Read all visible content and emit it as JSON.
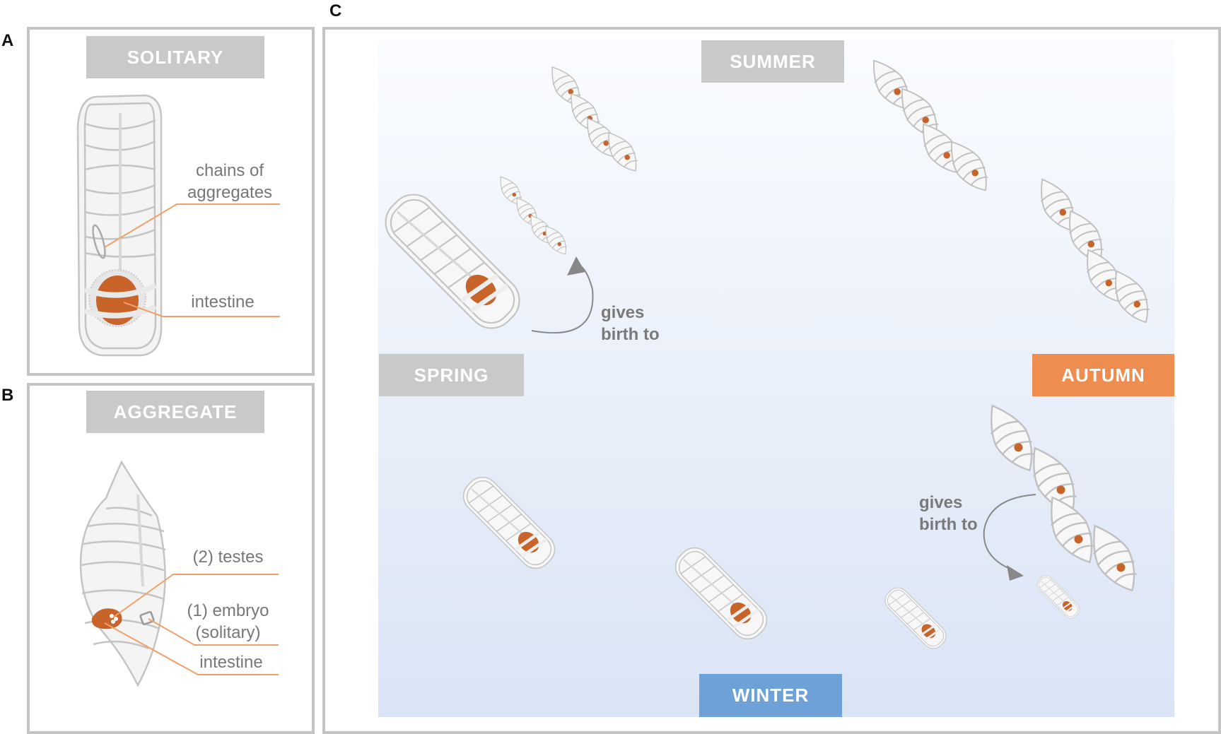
{
  "panels": {
    "a": {
      "letter": "A",
      "title": "SOLITARY",
      "labels": {
        "chains": "chains of aggregates",
        "intestine": "intestine"
      }
    },
    "b": {
      "letter": "B",
      "title": "AGGREGATE",
      "labels": {
        "testes": "(2) testes",
        "embryo": "(1) embryo (solitary)",
        "intestine": "intestine"
      }
    },
    "c": {
      "letter": "C",
      "seasons": {
        "summer": "SUMMER",
        "spring": "SPRING",
        "autumn": "AUTUMN",
        "winter": "WINTER"
      },
      "gives_birth": "gives birth to"
    }
  },
  "colors": {
    "outline": "#c4c4c4",
    "title_fill": "#c9c9c9",
    "leader_line": "#f0a06a",
    "gut": "#c8632a",
    "autumn": "#ef8c4f",
    "winter": "#6ea1d8",
    "sky_top": "#fafcff",
    "sky_bottom": "#dae4f5",
    "label_text": "#777777"
  },
  "icons": {
    "solitary": "salp-solitary-icon",
    "aggregate": "salp-aggregate-icon",
    "arrow": "curved-arrow-icon"
  }
}
